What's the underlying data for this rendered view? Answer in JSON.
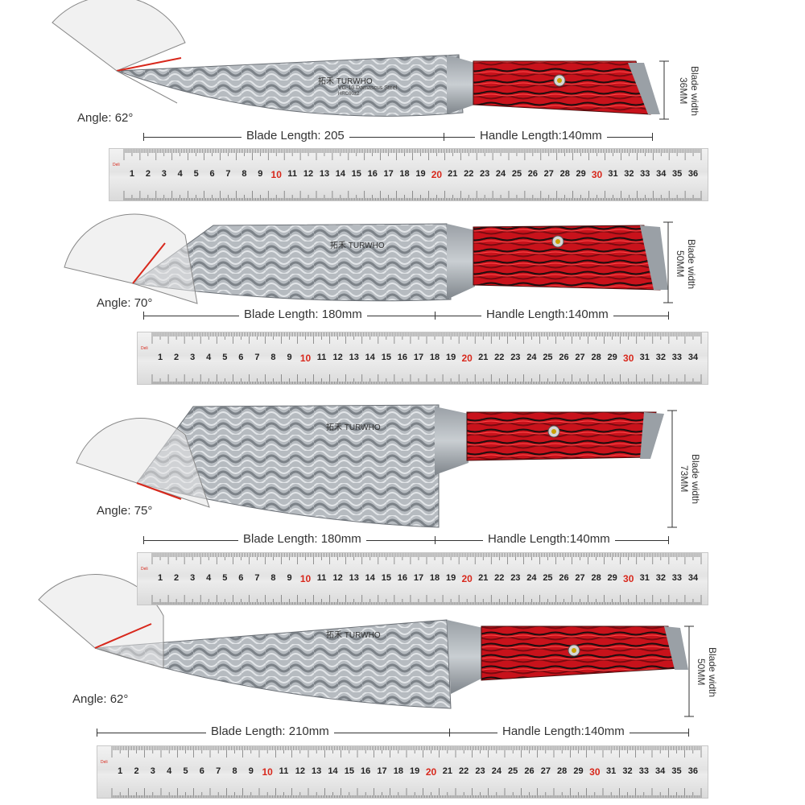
{
  "brand": {
    "glyphs": "拓禾",
    "name": "TURWHO",
    "steel": "VG-10 Damascus Steel",
    "hrc": "HRC60±2"
  },
  "knives": [
    {
      "angle": "Angle: 62°",
      "blade": "Blade Length: 205",
      "handle": "Handle Length:140mm",
      "width_label": "Blade width",
      "width_value": "36MM",
      "ruler_max": 36
    },
    {
      "angle": "Angle: 70°",
      "blade": "Blade Length: 180mm",
      "handle": "Handle Length:140mm",
      "width_label": "Blade width",
      "width_value": "50MM",
      "ruler_max": 34
    },
    {
      "angle": "Angle: 75°",
      "blade": "Blade Length: 180mm",
      "handle": "Handle Length:140mm",
      "width_label": "Blade width",
      "width_value": "73MM",
      "ruler_max": 34
    },
    {
      "angle": "Angle: 62°",
      "blade": "Blade Length: 210mm",
      "handle": "Handle Length:140mm",
      "width_label": "Blade width",
      "width_value": "50MM",
      "ruler_max": 36
    }
  ],
  "ruler_tag": "Deli"
}
